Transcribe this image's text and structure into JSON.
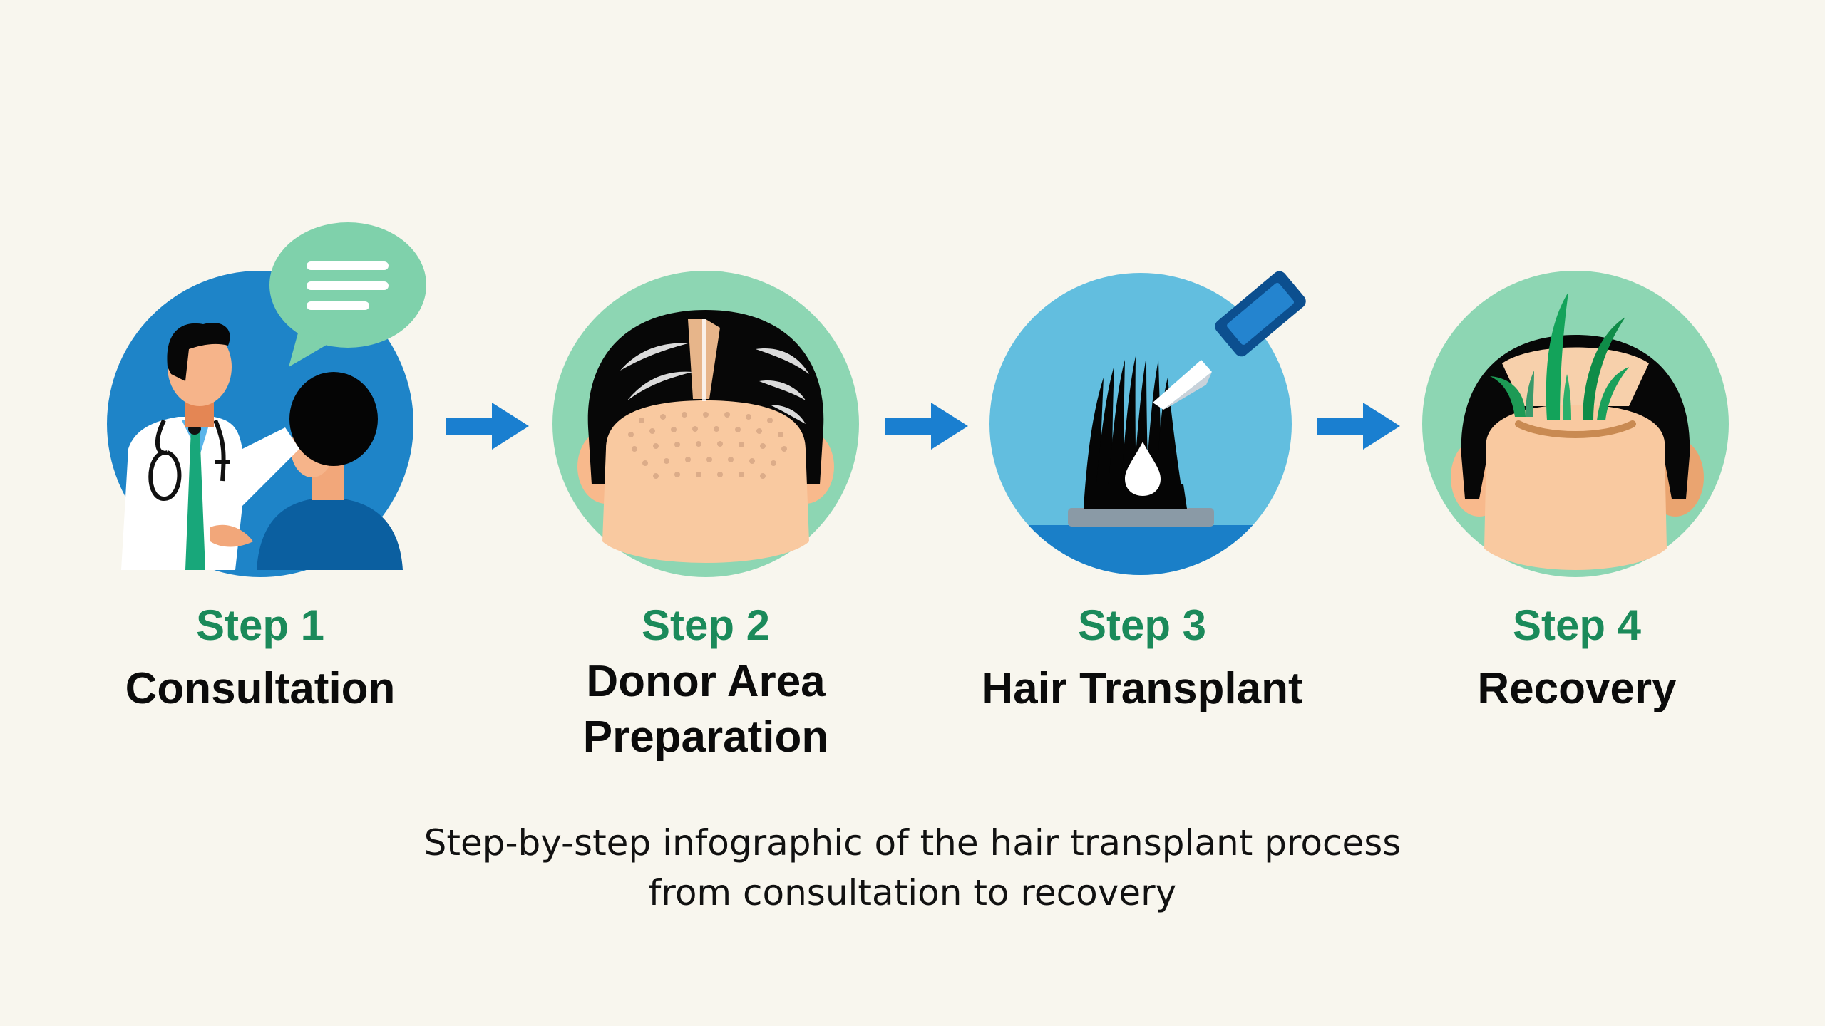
{
  "colors": {
    "background": "#f8f6ee",
    "step_number": "#1b8a5a",
    "title": "#0b0b0b",
    "arrow": "#1a7fd0",
    "circle_blue": "#1e84c8",
    "circle_mint": "#8dd6b3",
    "circle_light_blue": "#62bedf"
  },
  "steps": [
    {
      "number": "Step 1",
      "title": "Consultation",
      "icon": "doctor-patient-consultation-icon"
    },
    {
      "number": "Step 2",
      "title": "Donor Area Preparation",
      "title_lines": [
        "Donor Area",
        "Preparation"
      ],
      "icon": "donor-area-scalp-icon"
    },
    {
      "number": "Step 3",
      "title": "Hair Transplant",
      "icon": "follicle-implant-tool-icon"
    },
    {
      "number": "Step 4",
      "title": "Recovery",
      "icon": "hair-regrowth-icon"
    }
  ],
  "arrows": [
    "arrow-right-icon",
    "arrow-right-icon",
    "arrow-right-icon"
  ],
  "caption": {
    "line1": "Step-by-step infographic of the hair transplant process",
    "line2": "from consultation to recovery"
  }
}
